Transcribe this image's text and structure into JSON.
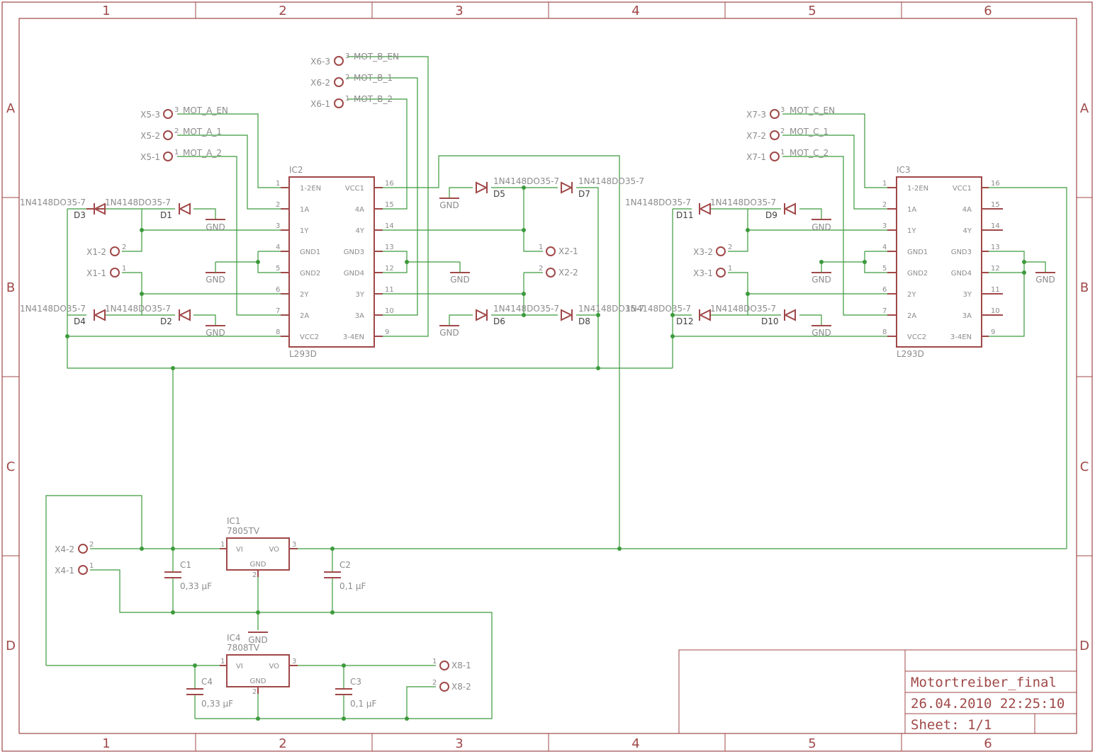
{
  "grid": {
    "columns": [
      "1",
      "2",
      "3",
      "4",
      "5",
      "6"
    ],
    "rows": [
      "A",
      "B",
      "C",
      "D"
    ]
  },
  "title_block": {
    "name": "Motortreiber_final",
    "date": "26.04.2010 22:25:10",
    "sheet": "Sheet: 1/1"
  },
  "labels": {
    "gnd": "GND",
    "diode_value": "1N4148DO35-7",
    "l293d": "L293D",
    "ic1_name": "IC1",
    "ic1_value": "7805TV",
    "ic4_name": "IC4",
    "ic4_value": "7808TV",
    "reg_vi": "VI",
    "reg_vo": "VO",
    "reg_gnd": "GND",
    "c1": "C1",
    "c1_val": "0,33 µF",
    "c2": "C2",
    "c2_val": "0,1 µF",
    "c3": "C3",
    "c3_val": "0,1 µF",
    "c4": "C4",
    "c4_val": "0,33 µF",
    "x4_2": "X4-2",
    "x4_1": "X4-1",
    "x8_1": "X8-1",
    "x8_2": "X8-2",
    "x1_2": "X1-2",
    "x1_1": "X1-1",
    "x2_1": "X2-1",
    "x2_2": "X2-2",
    "x3_2": "X3-2",
    "x3_1": "X3-1",
    "x5_3": "X5-3",
    "x5_2": "X5-2",
    "x5_1": "X5-1",
    "x6_3": "X6-3",
    "x6_2": "X6-2",
    "x6_1": "X6-1",
    "x7_3": "X7-3",
    "x7_2": "X7-2",
    "x7_1": "X7-1",
    "mot_a_en": "MOT_A_EN",
    "mot_a_1": "MOT_A_1",
    "mot_a_2": "MOT_A_2",
    "mot_b_en": "MOT_B_EN",
    "mot_b_1": "MOT_B_1",
    "mot_b_2": "MOT_B_2",
    "mot_c_en": "MOT_C_EN",
    "mot_c_1": "MOT_C_1",
    "mot_c_2": "MOT_C_2",
    "n1": "1",
    "n2": "2",
    "n3": "3"
  },
  "l293d_pins_left": [
    "1-2EN",
    "1A",
    "1Y",
    "GND1",
    "GND2",
    "2Y",
    "2A",
    "VCC2"
  ],
  "l293d_pins_right": [
    "VCC1",
    "4A",
    "4Y",
    "GND3",
    "GND4",
    "3Y",
    "3A",
    "3-4EN"
  ],
  "l293d_pin_numbers_left": [
    "1",
    "2",
    "3",
    "4",
    "5",
    "6",
    "7",
    "8"
  ],
  "l293d_pin_numbers_right": [
    "16",
    "15",
    "14",
    "13",
    "12",
    "11",
    "10",
    "9"
  ],
  "ics": [
    {
      "name": "IC2",
      "value": "L293D"
    },
    {
      "name": "IC3",
      "value": "L293D"
    }
  ],
  "diodes": [
    "D1",
    "D2",
    "D3",
    "D4",
    "D5",
    "D6",
    "D7",
    "D8",
    "D9",
    "D10",
    "D11",
    "D12"
  ]
}
